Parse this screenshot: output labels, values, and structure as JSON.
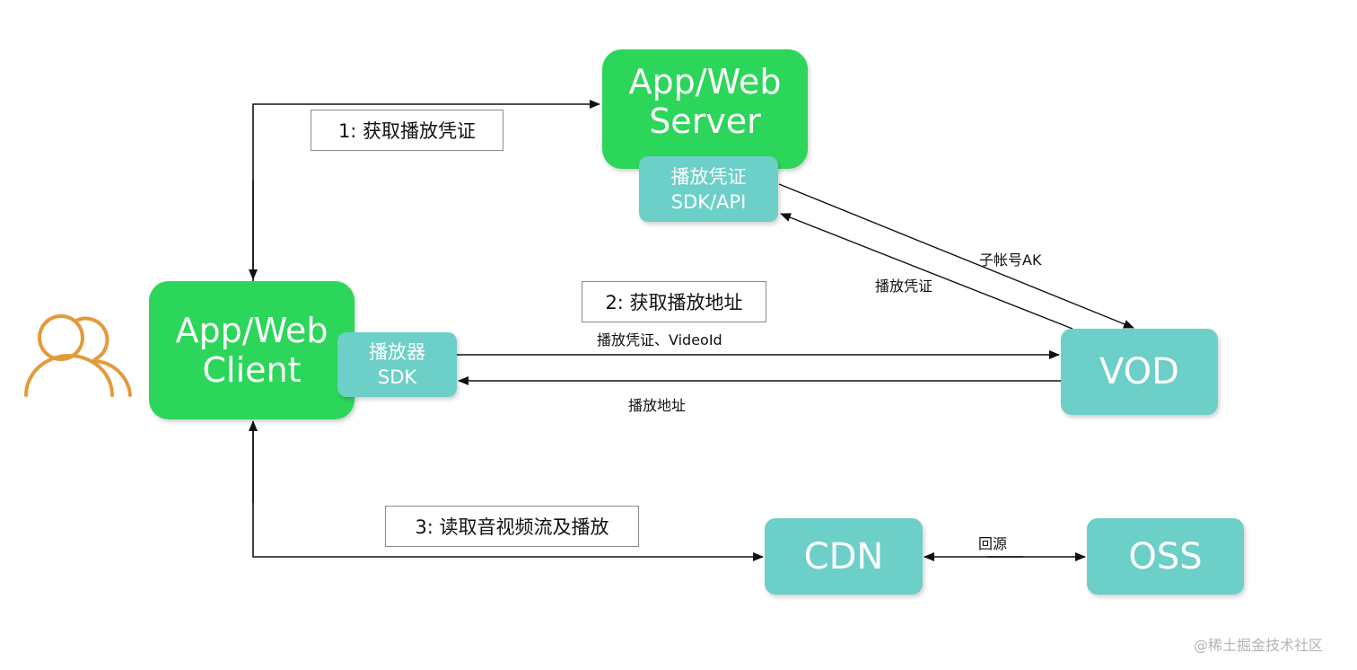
{
  "nodes": {
    "server": {
      "line1": "App/Web",
      "line2": "Server"
    },
    "server_sdk": {
      "line1": "播放凭证",
      "line2": "SDK/API"
    },
    "client": {
      "line1": "App/Web",
      "line2": "Client"
    },
    "player_sdk": {
      "line1": "播放器",
      "line2": "SDK"
    },
    "vod": {
      "label": "VOD"
    },
    "cdn": {
      "label": "CDN"
    },
    "oss": {
      "label": "OSS"
    }
  },
  "steps": {
    "step1": "1: 获取播放凭证",
    "step2": "2: 获取播放地址",
    "step3": "3: 读取音视频流及播放"
  },
  "edge_labels": {
    "subaccount_ak": "子帐号AK",
    "play_credential": "播放凭证",
    "credential_videoid": "播放凭证、VideoId",
    "play_url": "播放地址",
    "back_to_origin": "回源"
  },
  "colors": {
    "green": "#2cd65a",
    "teal": "#6ccfc8",
    "user_icon": "#e39a3a",
    "line": "#111111"
  },
  "watermark": "@稀土掘金技术社区"
}
